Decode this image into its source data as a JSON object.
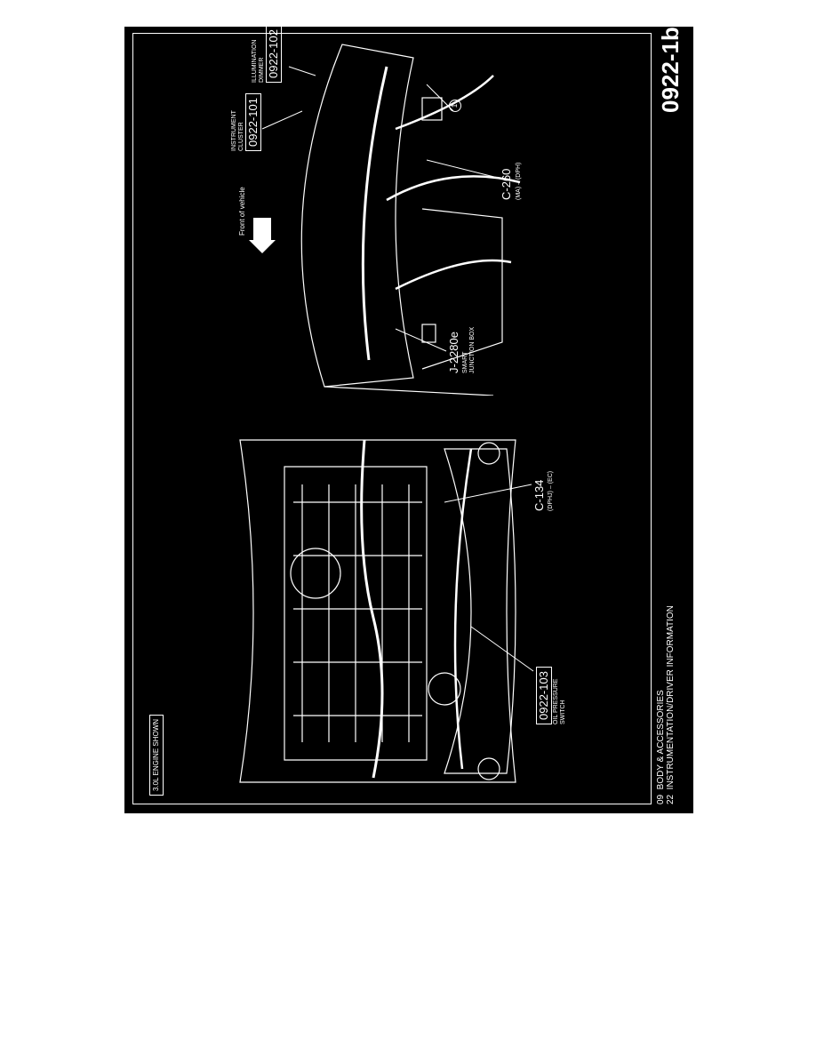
{
  "page_id": "0922-1b",
  "footer": {
    "section_number": "09",
    "section_title": "BODY & ACCESSORIES",
    "subsection_number": "22",
    "subsection_title": "INSTRUMENTATION/DRIVER INFORMATION"
  },
  "engine_note": "3.0L ENGINE SHOWN",
  "front_label": "Front of vehicle",
  "components": [
    {
      "id": "0922-101",
      "name": "INSTRUMENT\nCLUSTER"
    },
    {
      "id": "0922-102",
      "name": "ILLUMINATION\nDIMMER"
    },
    {
      "id": "0922-103",
      "name": "OIL PRESSURE\nSWITCH"
    }
  ],
  "connectors": [
    {
      "id": "J-2280e",
      "desc": "SMART\nJUNCTION BOX"
    },
    {
      "id": "C-260",
      "desc": "(MA) – (DPH)"
    },
    {
      "id": "C-134",
      "desc": "(DPHJ) – (EC)"
    }
  ],
  "callout_marker": "1",
  "colors": {
    "background": "#000000",
    "ink": "#ffffff",
    "page": "#ffffff"
  }
}
